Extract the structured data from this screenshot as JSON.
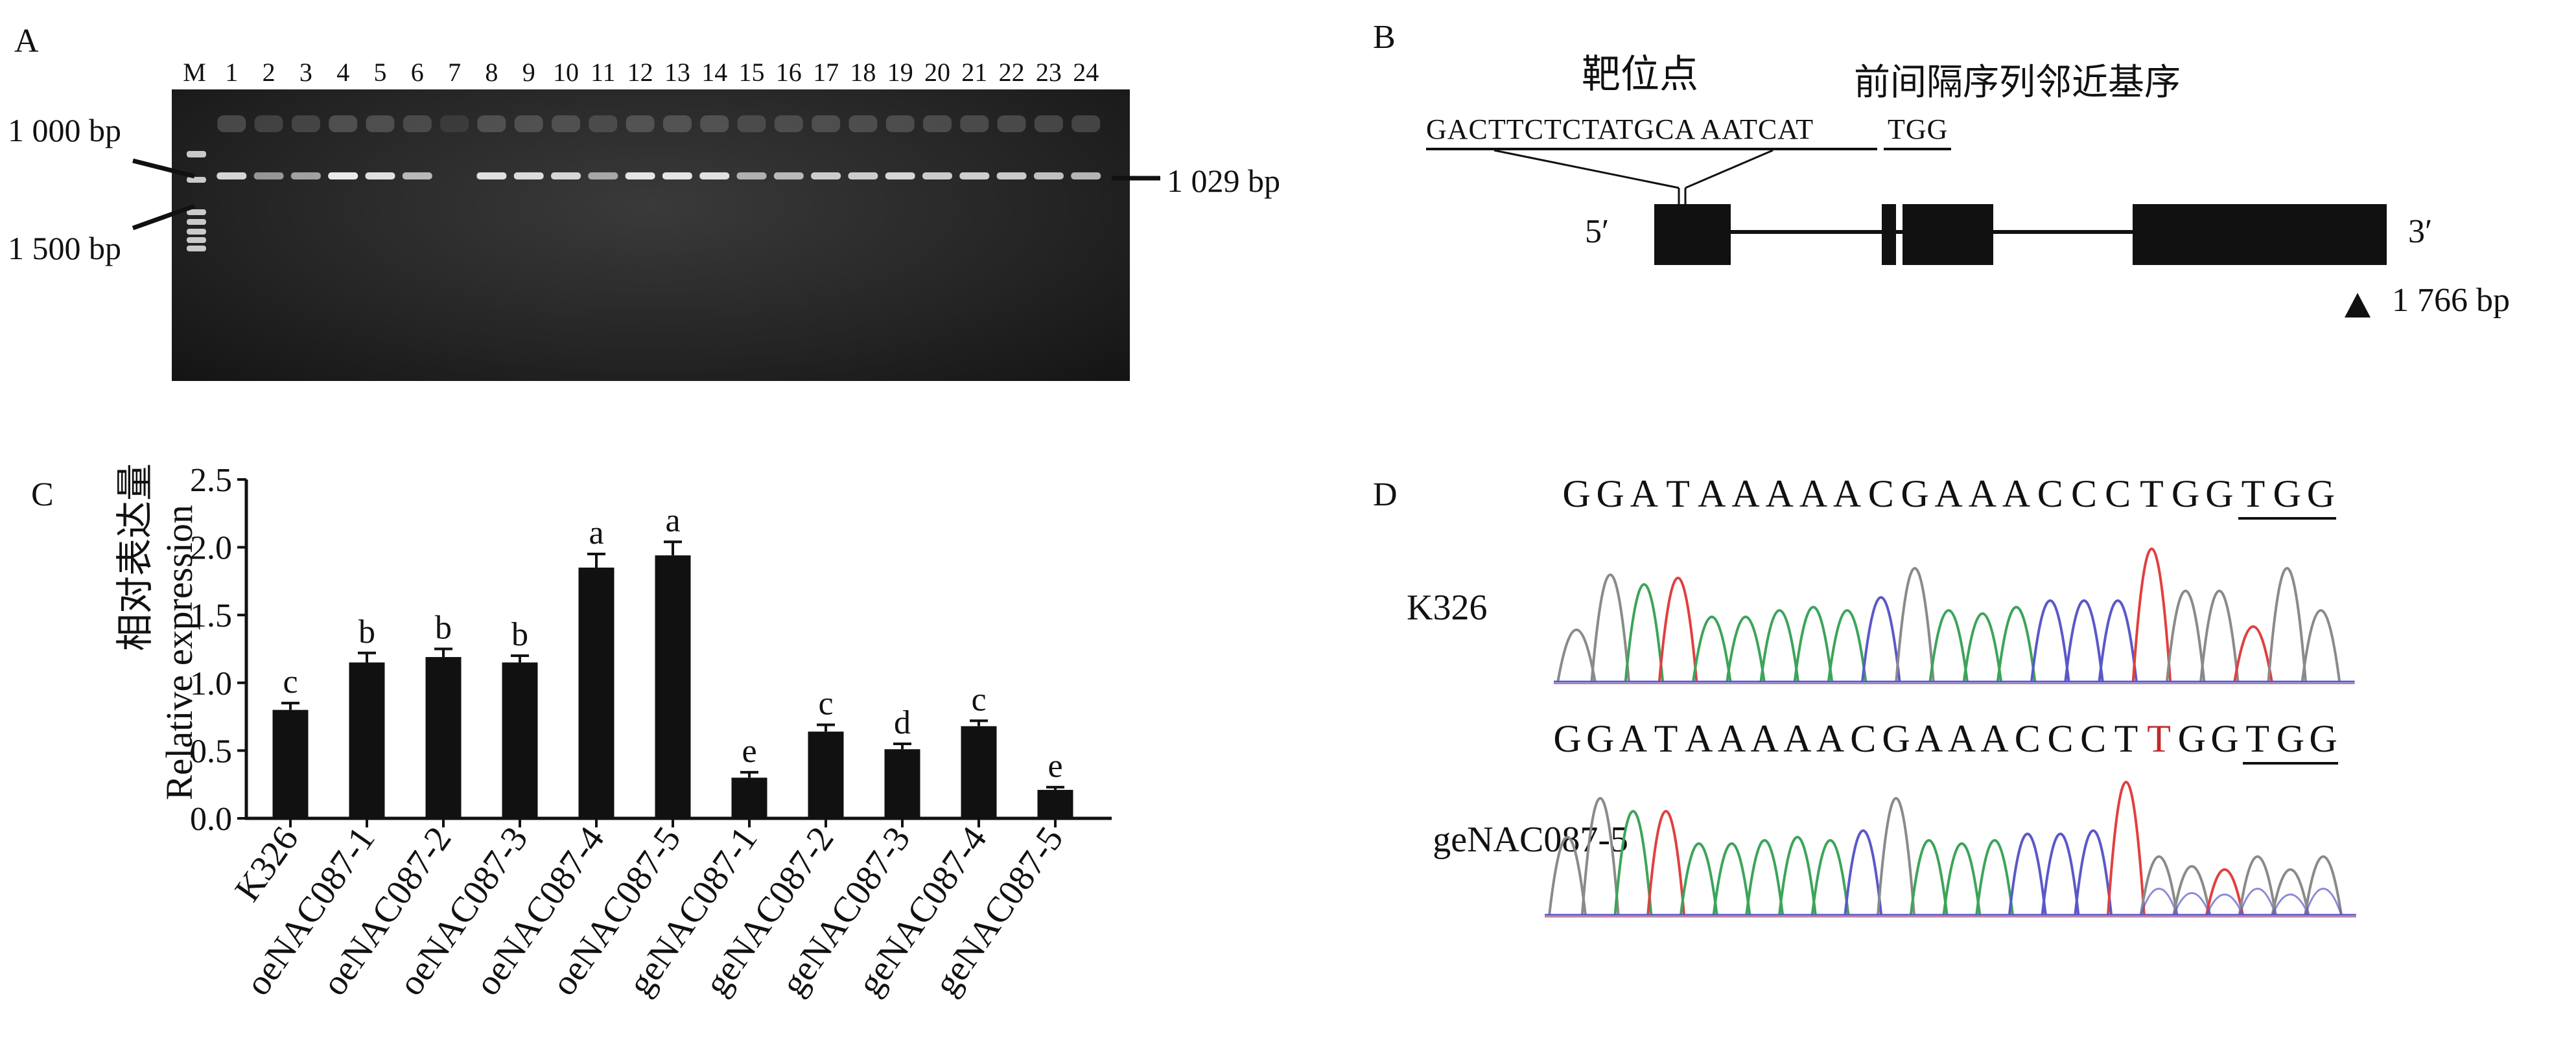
{
  "panels": {
    "a": "A",
    "b": "B",
    "c": "C",
    "d": "D"
  },
  "gel": {
    "lanes": [
      "M",
      "1",
      "2",
      "3",
      "4",
      "5",
      "6",
      "7",
      "8",
      "9",
      "10",
      "11",
      "12",
      "13",
      "14",
      "15",
      "16",
      "17",
      "18",
      "19",
      "20",
      "21",
      "22",
      "23",
      "24"
    ],
    "marker_upper": "1 000 bp",
    "marker_lower": "1 500 bp",
    "band_size": "1 029 bp",
    "band_intensity": [
      0.85,
      0.55,
      0.6,
      0.95,
      0.9,
      0.7,
      0.0,
      0.9,
      0.88,
      0.85,
      0.6,
      0.92,
      0.92,
      0.9,
      0.65,
      0.7,
      0.8,
      0.8,
      0.85,
      0.8,
      0.82,
      0.8,
      0.75,
      0.7
    ]
  },
  "gene": {
    "target_label": "靶位点",
    "pam_label": "前间隔序列邻近基序",
    "target_seq": "GACTTCTCTATGCA AATCAT",
    "pam_seq": "TGG",
    "five_prime": "5′",
    "three_prime": "3′",
    "position": "1 766 bp"
  },
  "chart_data": {
    "type": "bar",
    "ylabel_cn": "相对表达量",
    "ylabel": "Relative expression",
    "ylim": [
      0,
      2.5
    ],
    "yticks": [
      "0.0",
      "0.5",
      "1.0",
      "1.5",
      "2.0",
      "2.5"
    ],
    "categories": [
      "K326",
      "oeNAC087-1",
      "oeNAC087-2",
      "oeNAC087-3",
      "oeNAC087-4",
      "oeNAC087-5",
      "geNAC087-1",
      "geNAC087-2",
      "geNAC087-3",
      "geNAC087-4",
      "geNAC087-5"
    ],
    "values": [
      0.8,
      1.15,
      1.19,
      1.15,
      1.85,
      1.94,
      0.3,
      0.64,
      0.51,
      0.68,
      0.21
    ],
    "errors": [
      0.05,
      0.07,
      0.06,
      0.05,
      0.1,
      0.1,
      0.04,
      0.05,
      0.04,
      0.04,
      0.02
    ],
    "letters": [
      "c",
      "b",
      "b",
      "b",
      "a",
      "a",
      "e",
      "c",
      "d",
      "c",
      "e"
    ]
  },
  "sequencing": {
    "seq1": [
      "G",
      "G",
      "A",
      "T",
      "A",
      "A",
      "A",
      "A",
      "A",
      "C",
      "G",
      "A",
      "A",
      "A",
      "C",
      "C",
      "C",
      "T",
      "G",
      "G",
      "T",
      "G",
      "G"
    ],
    "seq2": [
      "G",
      "G",
      "A",
      "T",
      "A",
      "A",
      "A",
      "A",
      "A",
      "C",
      "G",
      "A",
      "A",
      "A",
      "C",
      "C",
      "C",
      "T",
      "T",
      "G",
      "G",
      "T",
      "G",
      "G"
    ],
    "sample1": "K326",
    "sample2": "geNAC087-5",
    "mutation_color": "#c0282d"
  }
}
